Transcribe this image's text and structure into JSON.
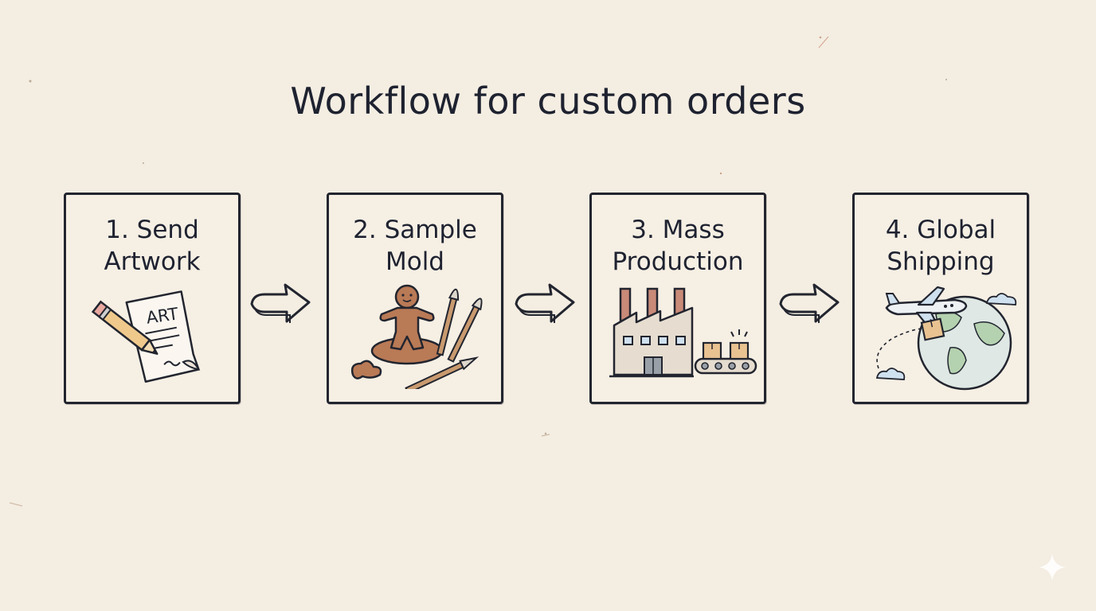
{
  "title": "Workflow for custom orders",
  "steps": [
    {
      "line1": "1. Send",
      "line2": "Artwork",
      "icon": "artwork-pencil-icon",
      "icon_text": "ART"
    },
    {
      "line1": "2. Sample",
      "line2": "Mold",
      "icon": "clay-figure-tools-icon"
    },
    {
      "line1": "3. Mass",
      "line2": "Production",
      "icon": "factory-conveyor-icon"
    },
    {
      "line1": "4. Global",
      "line2": "Shipping",
      "icon": "airplane-globe-icon"
    }
  ],
  "colors": {
    "background": "#f4ede2",
    "ink": "#1e2230",
    "clay": "#b97a56",
    "factory": "#e6ddd0",
    "chimney": "#c98a78",
    "box": "#e9c291",
    "globe": "#dfe8e4",
    "land": "#b5d2b0",
    "cloud": "#cfe0ee"
  }
}
